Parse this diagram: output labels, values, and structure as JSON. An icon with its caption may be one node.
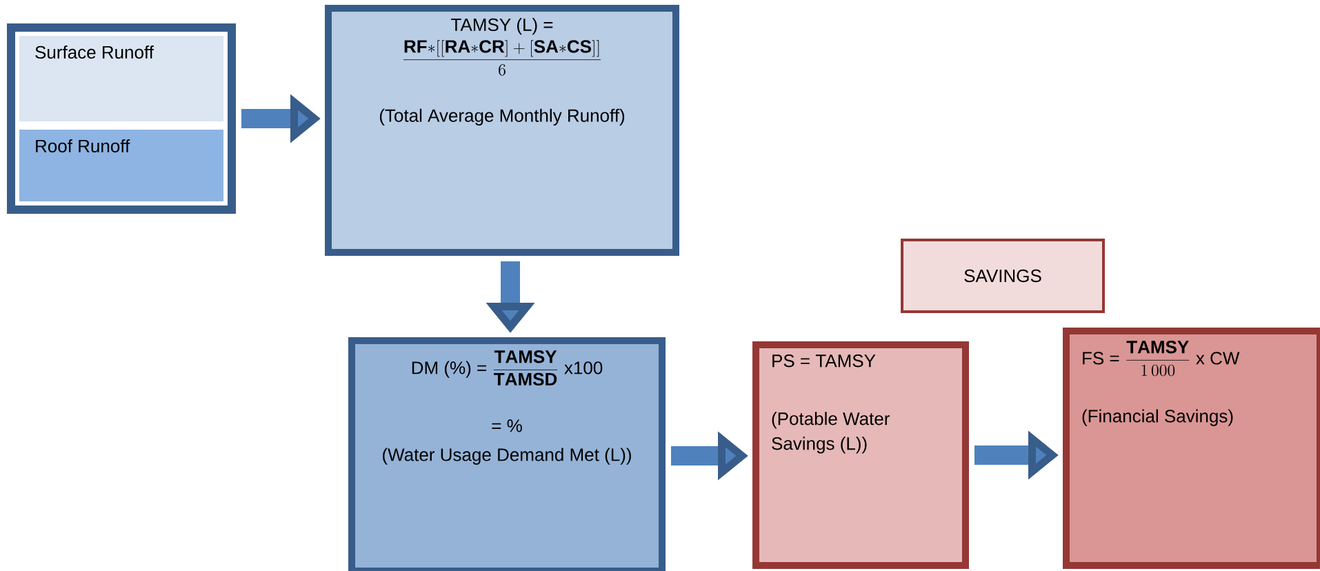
{
  "diagram": {
    "nodes": [
      {
        "text": [],
        "shape": "box"
      },
      {
        "text": [
          "Surface Runoff"
        ],
        "in": 0
      },
      {
        "text": [
          "Roof Runoff"
        ],
        "in": 0
      },
      {
        "text": [
          "TAMSY (L) =",
          "\\frac{\\mathbf{RF{*}[[RA{*}CR]+[SA{*}CS]]}}{6}",
          "(Total Average Monthly Runoff)"
        ]
      },
      {
        "text": [
          "DM (%) =",
          "\\frac{\\mathbf{TAMSY}}{\\mathbf{TAMSD}}",
          "x100",
          "= %",
          "(Water Usage Demand Met (L))"
        ]
      },
      {
        "text": [
          "SAVINGS"
        ]
      },
      {
        "text": [
          "PS = TAMSY",
          "(Potable Water Savings (L))"
        ]
      },
      {
        "text": [
          "FS =",
          "\\frac{\\mathbf{TAMSY}}{1\\,000}",
          "x CW",
          "(Financial Savings)"
        ]
      }
    ],
    "edges": [
      {
        "from": 0,
        "to": 3,
        "arrow": "to"
      },
      {
        "from": 3,
        "to": 4,
        "arrow": "to"
      },
      {
        "from": 4,
        "to": 6,
        "arrow": "to"
      },
      {
        "from": 6,
        "to": 7,
        "arrow": "to"
      }
    ]
  }
}
